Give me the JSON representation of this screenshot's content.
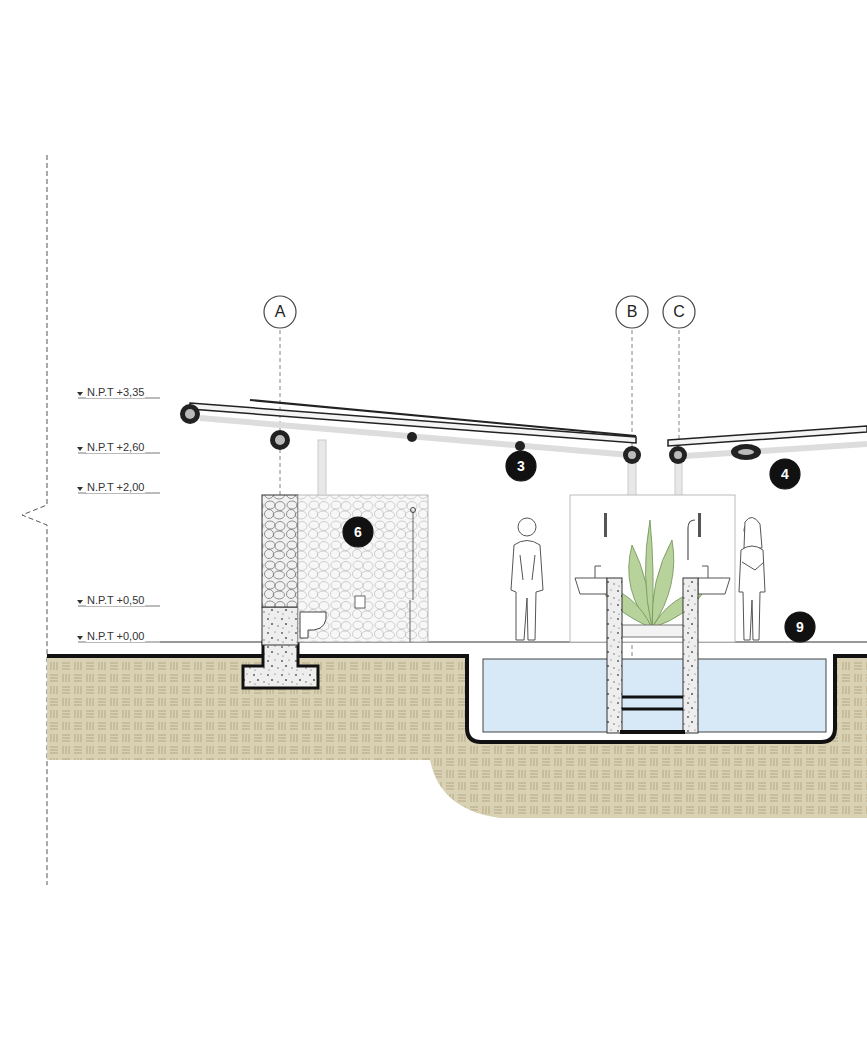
{
  "diagram": {
    "nodes": [
      {
        "text": [
          "A"
        ]
      },
      {
        "text": [
          "B"
        ]
      },
      {
        "text": [
          "C"
        ]
      },
      {
        "text": [
          "3"
        ]
      },
      {
        "text": [
          "4"
        ]
      },
      {
        "text": [
          "6"
        ]
      },
      {
        "text": [
          "9"
        ]
      }
    ],
    "labels": [
      "N.P.T +3,35",
      "N.P.T +2,60",
      "N.P.T +2,00",
      "N.P.T +0,50",
      "N.P.T +0,00"
    ]
  }
}
